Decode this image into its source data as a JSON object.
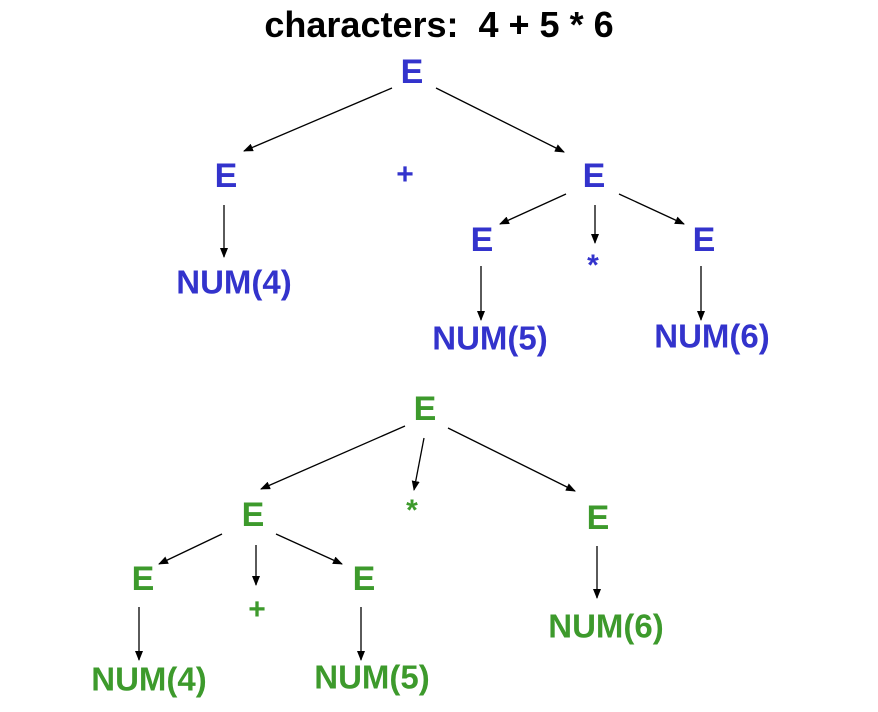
{
  "title": "characters:  4 + 5 * 6",
  "colors": {
    "tree1": "#3333cc",
    "tree2": "#3d9a2c",
    "edge": "#000000",
    "title": "#000000"
  },
  "tree1": {
    "root": "E",
    "left": "E",
    "plus": "+",
    "right": "E",
    "num4": "NUM(4)",
    "right_left": "E",
    "star": "*",
    "right_right": "E",
    "num5": "NUM(5)",
    "num6": "NUM(6)"
  },
  "tree2": {
    "root": "E",
    "left": "E",
    "star": "*",
    "right": "E",
    "left_left": "E",
    "plus": "+",
    "left_right": "E",
    "num6": "NUM(6)",
    "num4": "NUM(4)",
    "num5": "NUM(5)"
  }
}
